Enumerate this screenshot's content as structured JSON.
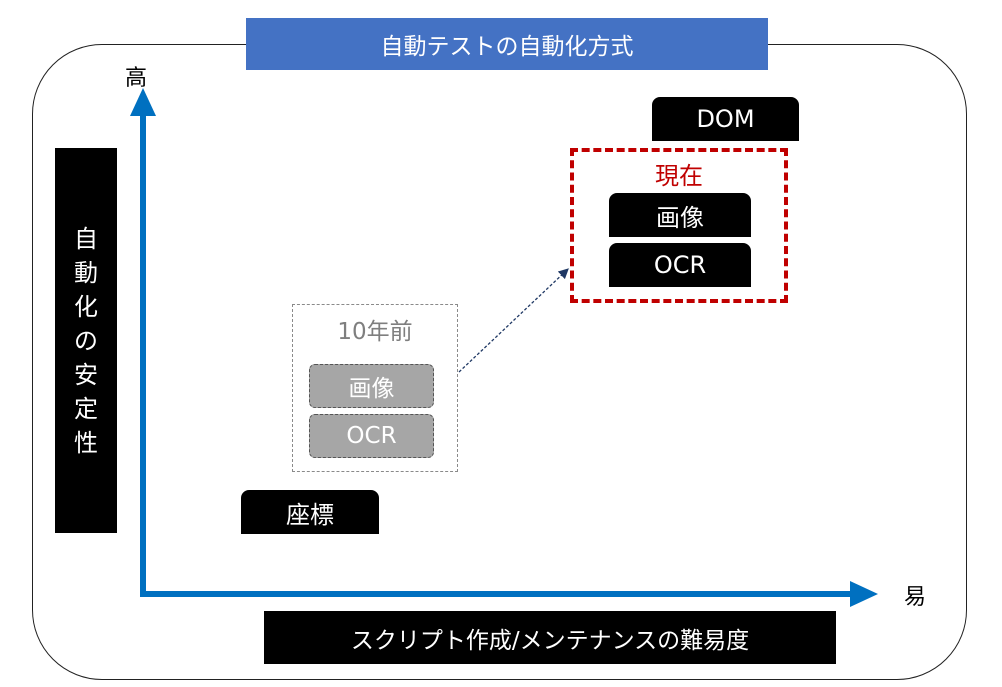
{
  "title": "自動テストの自動化方式",
  "y_axis": {
    "label_chars": [
      "自",
      "動",
      "化",
      "の",
      "安",
      "定",
      "性"
    ],
    "high_label": "高"
  },
  "x_axis": {
    "label": "スクリプト作成/メンテナンスの難易度",
    "easy_label": "易"
  },
  "nodes": {
    "dom": "DOM",
    "coords": "座標",
    "current": {
      "label": "現在",
      "items": [
        "画像",
        "OCR"
      ]
    },
    "past": {
      "label": "10年前",
      "items": [
        "画像",
        "OCR"
      ]
    }
  },
  "colors": {
    "title_bg": "#4472c4",
    "axis": "#0070c0",
    "current_border": "#c00000",
    "arrow": "#1f3864"
  }
}
